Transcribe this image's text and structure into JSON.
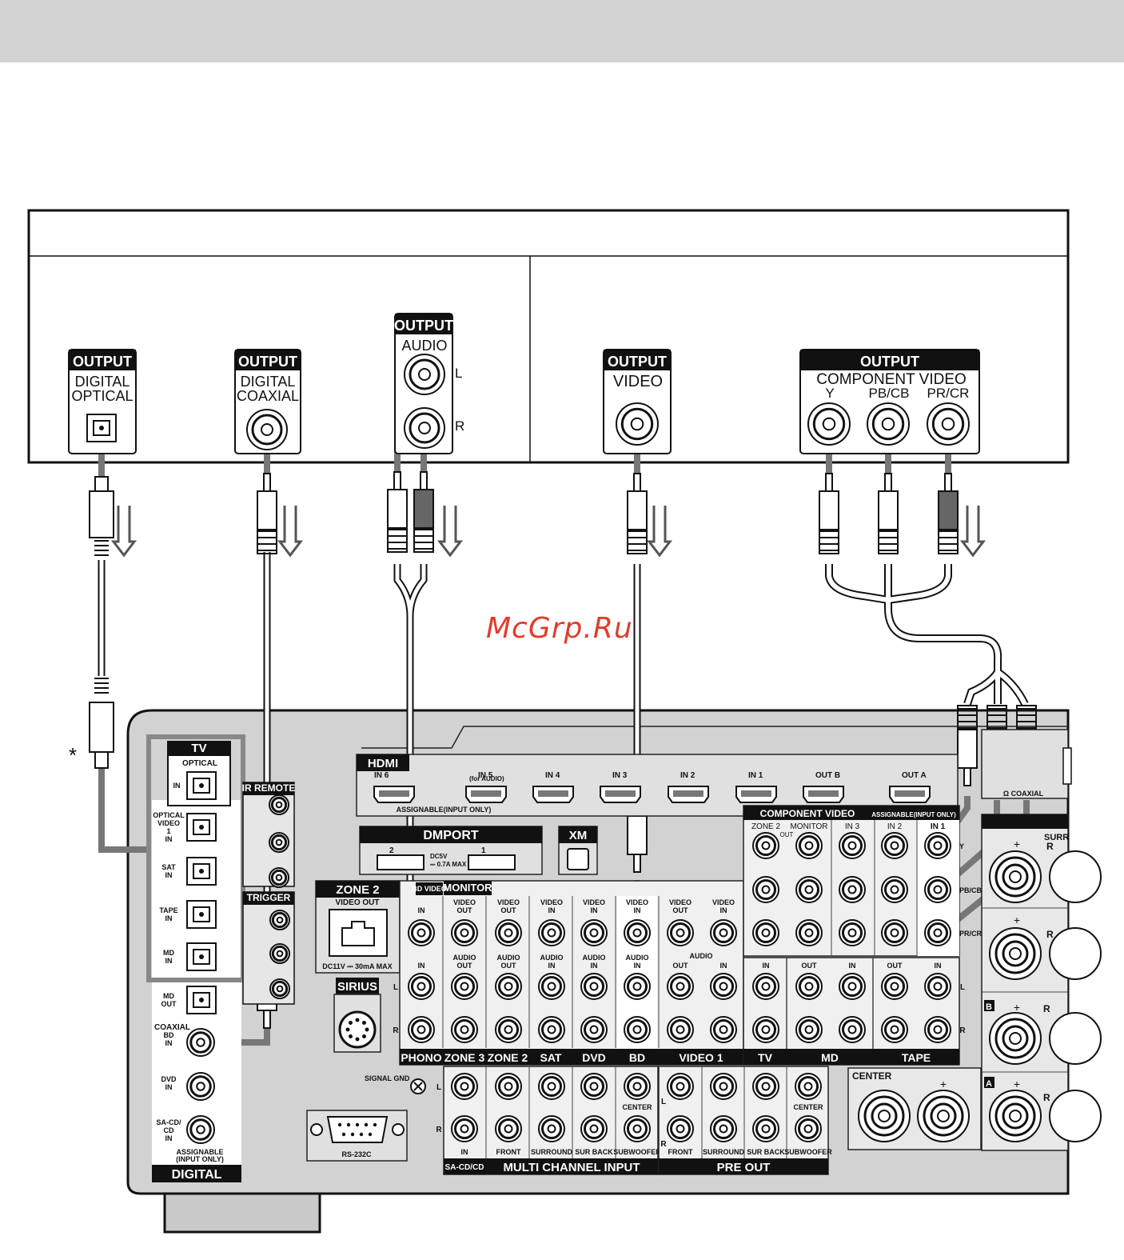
{
  "watermark": "McGrp.Ru",
  "footnote_marker": "*",
  "source_outputs": {
    "optical": {
      "header": "OUTPUT",
      "line1": "DIGITAL",
      "line2": "OPTICAL"
    },
    "coaxial": {
      "header": "OUTPUT",
      "line1": "DIGITAL",
      "line2": "COAXIAL"
    },
    "audio": {
      "header": "OUTPUT",
      "label": "AUDIO",
      "left": "L",
      "right": "R"
    },
    "video": {
      "header": "OUTPUT",
      "label": "VIDEO"
    },
    "component": {
      "header": "OUTPUT",
      "label": "COMPONENT VIDEO",
      "y": "Y",
      "pb": "PB/CB",
      "pr": "PR/CR"
    }
  },
  "receiver": {
    "digital": {
      "title": "DIGITAL",
      "tv": "TV",
      "tv_optical": "OPTICAL",
      "tv_in": "IN",
      "video1": "OPTICAL VIDEO 1 IN",
      "sat": "SAT IN",
      "tape": "TAPE IN",
      "md_in": "MD IN",
      "md_out": "MD OUT",
      "coaxial": "COAXIAL",
      "bd_in": "BD IN",
      "dvd_in": "DVD IN",
      "sacd_in": "SA-CD/ CD IN",
      "assignable": "ASSIGNABLE (INPUT ONLY)"
    },
    "ir": "IR REMOTE",
    "trigger": "TRIGGER",
    "hdmi": {
      "title": "HDMI",
      "ports": [
        "IN 6",
        "IN 5",
        "IN 4",
        "IN 3",
        "IN 2",
        "IN 1",
        "OUT B",
        "OUT A"
      ],
      "for_audio": "(for AUDIO)",
      "assignable": "ASSIGNABLE(INPUT ONLY)"
    },
    "dmport": {
      "title": "DMPORT",
      "port2": "2",
      "port1": "1",
      "power": "DC5V ⎓ 0.7A MAX"
    },
    "xm": "XM",
    "zone2": {
      "title": "ZONE 2",
      "sub": "VIDEO OUT",
      "power": "DC11V ⎓ 30mA MAX"
    },
    "sirius": "SIRIUS",
    "rs232c": "RS-232C",
    "signal_gnd": "SIGNAL GND",
    "monitor": "MONITOR",
    "bd_video": "BD VIDEO",
    "columns": [
      "PHONO",
      "ZONE 3",
      "ZONE 2",
      "SAT",
      "DVD",
      "BD",
      "VIDEO 1",
      "TV",
      "MD",
      "TAPE"
    ],
    "jack_labels": {
      "video_out": "VIDEO OUT",
      "video_in": "VIDEO IN",
      "audio_out": "AUDIO OUT",
      "audio_in": "AUDIO IN",
      "audio": "AUDIO",
      "out": "OUT",
      "in": "IN",
      "l": "L",
      "r": "R"
    },
    "component_video": {
      "title": "COMPONENT VIDEO",
      "assignable": "ASSIGNABLE(INPUT ONLY)",
      "cols": [
        "ZONE 2",
        "MONITOR",
        "IN 3",
        "IN 2",
        "IN 1"
      ],
      "zone_out": "OUT",
      "rows": [
        "Y",
        "PB/CB",
        "PR/CR"
      ]
    },
    "multi_channel": {
      "title": "MULTI CHANNEL INPUT",
      "sacd": "SA-CD/CD",
      "in": "IN",
      "labels": [
        "FRONT",
        "SURROUND",
        "SUR BACK",
        "SUBWOOFER"
      ],
      "center": "CENTER"
    },
    "pre_out": {
      "title": "PRE OUT",
      "labels": [
        "FRONT",
        "SURROUND",
        "SUR BACK",
        "SUBWOOFER"
      ],
      "center": "CENTER"
    },
    "speakers": {
      "center": "CENTER",
      "plus": "+",
      "minus": "−",
      "r": "R",
      "b": "B",
      "a": "A",
      "surr": "SURR",
      "coaxial": "Ω COAXIAL"
    }
  }
}
